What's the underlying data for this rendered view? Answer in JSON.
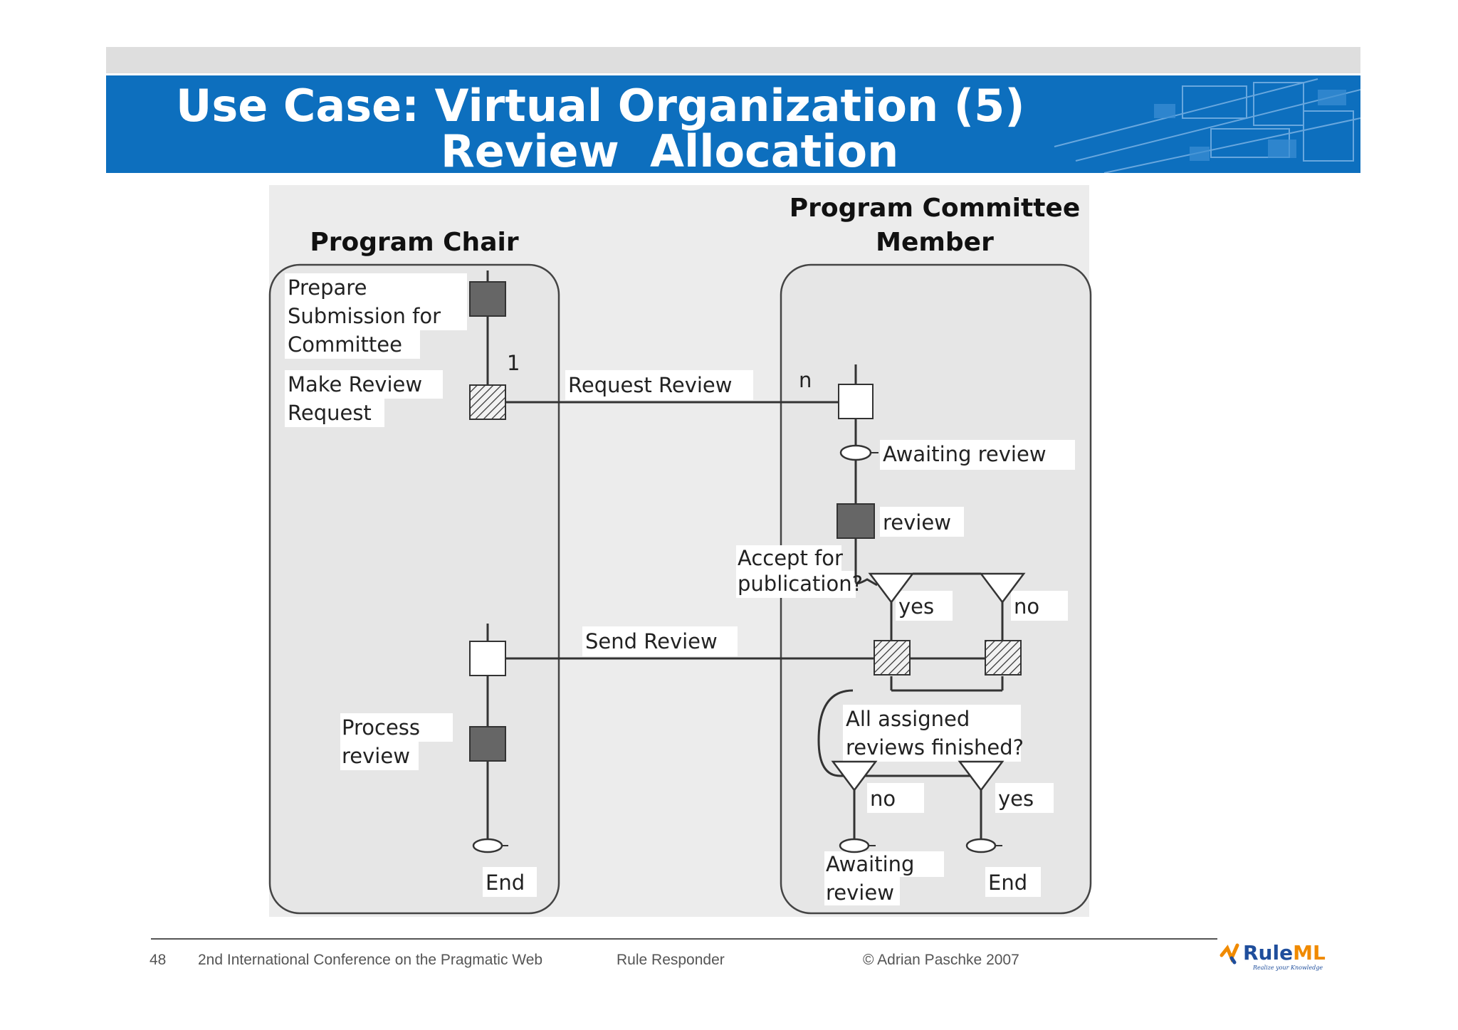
{
  "slide": {
    "title_line1": "Use Case: Virtual Organization (5)",
    "title_line2": "Review  Allocation"
  },
  "diagram": {
    "lanes": {
      "left": "Program Chair",
      "right_line1": "Program Committee",
      "right_line2": "Member"
    },
    "left_labels": {
      "prepare_1": "Prepare",
      "prepare_2": "Submission for",
      "prepare_3": "Committee",
      "make_1": "Make Review",
      "make_2": "Request",
      "mult_1": "1",
      "process_1": "Process",
      "process_2": "review",
      "end": "End"
    },
    "messages": {
      "request": "Request Review",
      "send": "Send Review"
    },
    "right_labels": {
      "mult_n": "n",
      "awaiting": "Awaiting review",
      "review": "review",
      "accept_1": "Accept for",
      "accept_2": "publication?",
      "yes1": "yes",
      "no1": "no",
      "assigned_1": "All assigned",
      "assigned_2": "reviews finished?",
      "no2": "no",
      "yes2": "yes",
      "awaiting2_1": "Awaiting",
      "awaiting2_2": "review",
      "end": "End"
    }
  },
  "footer": {
    "page": "48",
    "conference": "2nd International Conference on the Pragmatic Web",
    "talk": "Rule Responder",
    "copyright": "© Adrian Paschke 2007",
    "logo_text": "RuleML",
    "logo_tagline": "Realize your Knowledge"
  }
}
